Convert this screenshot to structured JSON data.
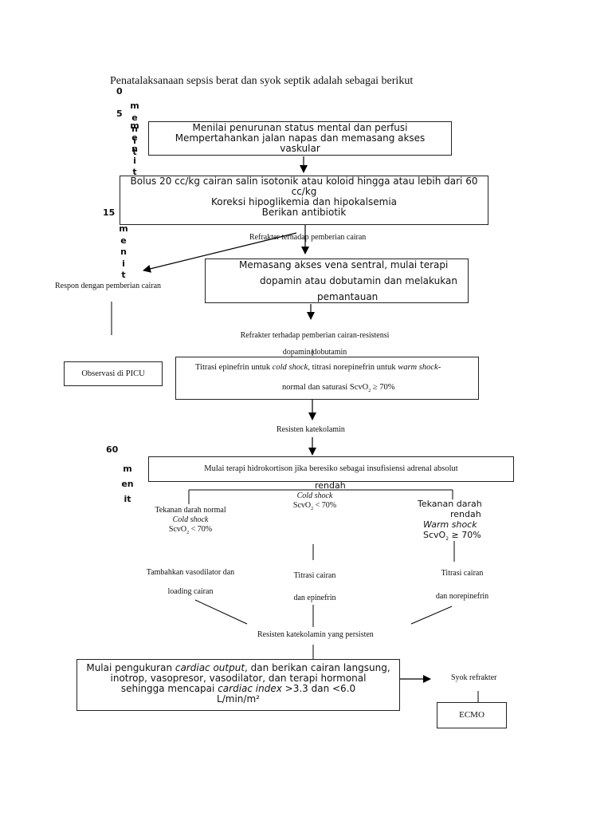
{
  "title": "Penatalaksanaan sepsis berat dan syok septik adalah sebagai berikut",
  "timeline": {
    "t0": "0",
    "t5": "5",
    "t15": "15",
    "t60": "60",
    "menit_5_letters": [
      "m",
      "e",
      "n",
      "i",
      "t"
    ],
    "menit_5b_letters": [
      "m",
      "e",
      "n",
      "i",
      "t"
    ],
    "menit_15_letters": [
      "m",
      "e",
      "n",
      "i",
      "t"
    ],
    "menit_60_lines": [
      "m",
      "en",
      "it"
    ]
  },
  "box1": {
    "line1": "Menilai penurunan status mental dan perfusi",
    "line2": "Mempertahankan jalan napas dan memasang akses",
    "line3": "vaskular"
  },
  "box2": {
    "line1": "Bolus 20 cc/kg cairan salin isotonik atau koloid hingga atau lebih dari 60",
    "line2": "cc/kg",
    "line3": "Koreksi hipoglikemia dan hipokalsemia",
    "line4": "Berikan antibiotik"
  },
  "label_refrakter1": "Refrakter terhadap pemberian cairan",
  "label_respon": "Respon dengan pemberian cairan",
  "box3": {
    "line1": "Memasang akses vena sentral, mulai terapi",
    "line2": "dopamin atau dobutamin dan melakukan",
    "line3": "pemantauan"
  },
  "label_refrakter2_line1": "Refrakter terhadap pemberian cairan-resistensi",
  "label_refrakter2_line2": "dopamin/dobutamin",
  "box_picu": "Observasi di PICU",
  "box4": {
    "part1": "Titrasi epinefrin untuk ",
    "part2_italic": "cold shock",
    "part3": ", titrasi norepinefrin untuk ",
    "part4_italic": "warm shock",
    "part5": "-",
    "line2_pre": "normal dan saturasi  ScvO",
    "line2_sub": "2",
    "line2_post": " ≥ 70%"
  },
  "label_resisten": "Resisten katekolamin",
  "box5": {
    "line1": "Mulai terapi hidrokortison jika beresiko sebagai insufisiensi adrenal absolut",
    "line2": "rendah"
  },
  "branch_left": {
    "line1": "Tekanan darah normal",
    "line2_italic": "Cold shock",
    "line3_pre": "ScvO",
    "line3_sub": "2",
    "line3_post": " < 70%"
  },
  "branch_mid": {
    "line1_italic": "Cold shock",
    "line2_pre": "ScvO",
    "line2_sub": "2",
    "line2_post": " < 70%"
  },
  "branch_right": {
    "line1": "Tekanan darah",
    "line2": "rendah",
    "line3_italic": "Warm shock",
    "line4_pre": "ScvO",
    "line4_sub": "2",
    "line4_post": " ≥ 70%"
  },
  "action_left": {
    "line1": "Tambahkan vasodilator dan",
    "line2": "loading cairan"
  },
  "action_mid": {
    "line1": "Titrasi cairan",
    "line2": "dan epinefrin"
  },
  "action_right": {
    "line1": "Titrasi cairan",
    "line2": "dan norepinefrin"
  },
  "label_persisten": "Resisten katekolamin yang persisten",
  "box6": {
    "line1_pre": "Mulai pengukuran ",
    "line1_italic": "cardiac output",
    "line1_post": ", dan berikan cairan langsung,",
    "line2": "inotrop, vasopresor, vasodilator, dan terapi hormonal",
    "line3_pre": "sehingga mencapai ",
    "line3_italic": "cardiac index",
    "line3_post": " >3.3 dan <6.0",
    "line4": "L/min/m²"
  },
  "label_syok": "Syok refrakter",
  "box_ecmo": "ECMO"
}
